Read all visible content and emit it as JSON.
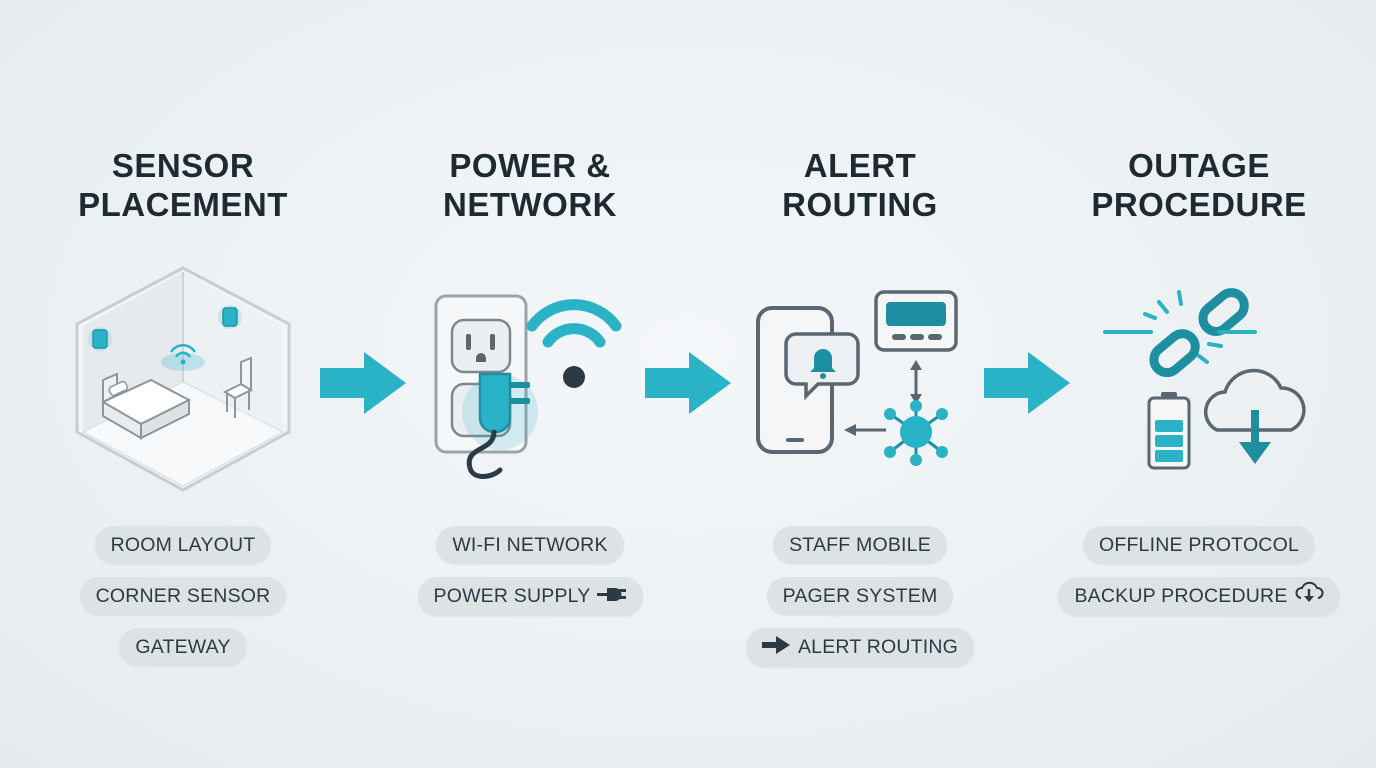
{
  "steps": [
    {
      "title_line1": "SENSOR",
      "title_line2": "PLACEMENT",
      "illustration": "isometric-room-icon",
      "tags": [
        "ROOM LAYOUT",
        "CORNER SENSOR",
        "GATEWAY"
      ]
    },
    {
      "title_line1": "POWER &",
      "title_line2": "NETWORK",
      "illustration": "power-outlet-wifi-icon",
      "tags": [
        "WI-FI NETWORK",
        "POWER SUPPLY"
      ]
    },
    {
      "title_line1": "ALERT",
      "title_line2": "ROUTING",
      "illustration": "phone-pager-hub-icon",
      "tags": [
        "STAFF MOBILE",
        "PAGER SYSTEM",
        "ALERT ROUTING"
      ]
    },
    {
      "title_line1": "OUTAGE",
      "title_line2": "PROCEDURE",
      "illustration": "broken-link-battery-cloud-icon",
      "tags": [
        "OFFLINE PROTOCOL",
        "BACKUP PROCEDURE"
      ]
    }
  ],
  "colors": {
    "accent": "#2ab3c6",
    "accent_dark": "#1e8fa0",
    "pill_bg": "#dde2e5",
    "title": "#1e2a32",
    "background": "#eef2f4"
  }
}
